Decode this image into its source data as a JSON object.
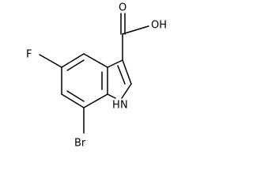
{
  "molecule": {
    "atom_labels": {
      "fluorine": "F",
      "bromine": "Br",
      "ring_nitrogen": "H",
      "nitrogen_hydrogen": "N",
      "carbonyl_oxygen": "O",
      "hydroxyl": "OH"
    }
  },
  "colors": {
    "line": "#000000",
    "background": "#ffffff"
  }
}
